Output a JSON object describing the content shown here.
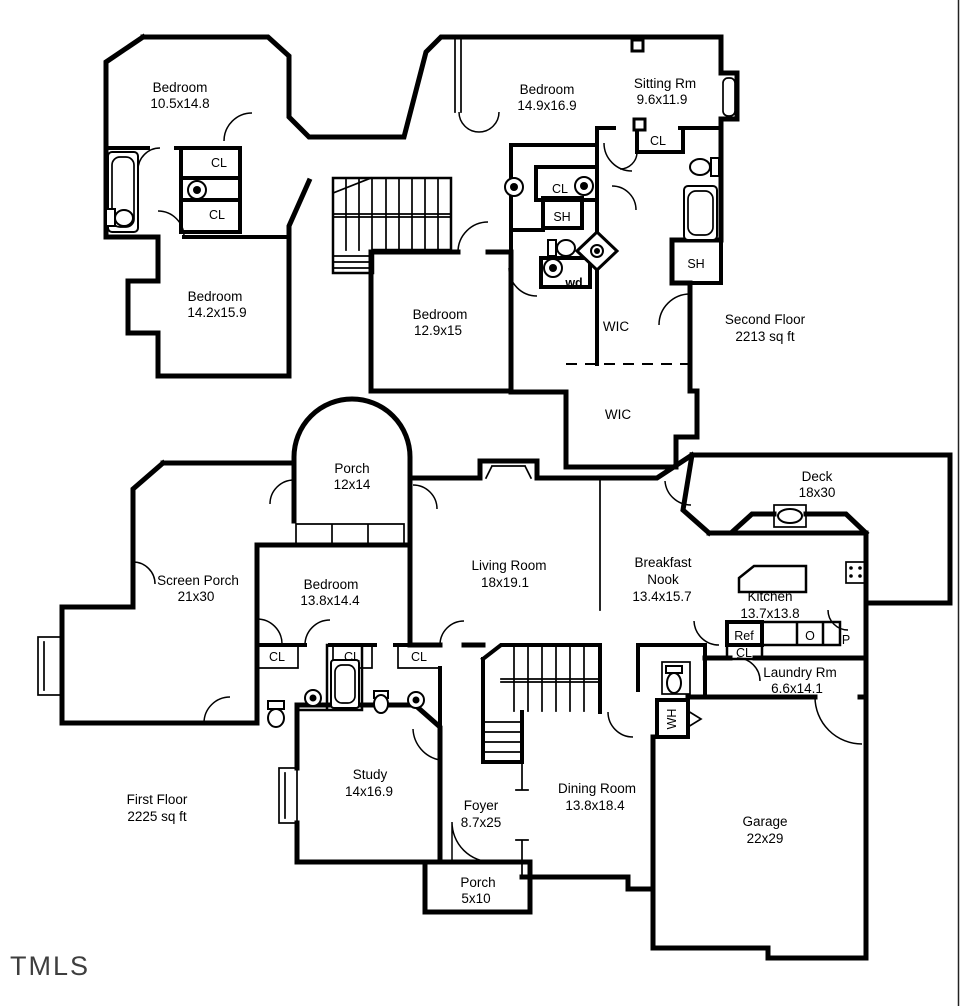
{
  "plan": {
    "watermark": "TMLS",
    "background": "#ffffff",
    "wall_color": "#000000"
  },
  "second_floor": {
    "title": "Second Floor",
    "area": "2213 sq ft",
    "rooms": [
      {
        "name": "Bedroom",
        "dims": "10.5x14.8"
      },
      {
        "name": "Bedroom",
        "dims": "14.9x16.9"
      },
      {
        "name": "Sitting Rm",
        "dims": "9.6x11.9"
      },
      {
        "name": "Bedroom",
        "dims": "14.2x15.9"
      },
      {
        "name": "Bedroom",
        "dims": "12.9x15"
      },
      {
        "name": "WIC"
      },
      {
        "name": "WIC"
      }
    ],
    "labels": {
      "closet": "CL",
      "shower": "SH",
      "washer_dryer": "wd"
    }
  },
  "first_floor": {
    "title": "First Floor",
    "area": "2225 sq ft",
    "rooms": [
      {
        "name": "Porch",
        "dims": "12x14"
      },
      {
        "name": "Screen Porch",
        "dims": "21x30"
      },
      {
        "name": "Bedroom",
        "dims": "13.8x14.4"
      },
      {
        "name": "Living Room",
        "dims": "18x19.1"
      },
      {
        "name": "Breakfast Nook",
        "line1": "Breakfast",
        "line2": "Nook",
        "dims": "13.4x15.7"
      },
      {
        "name": "Kitchen",
        "dims": "13.7x13.8"
      },
      {
        "name": "Deck",
        "dims": "18x30"
      },
      {
        "name": "Laundry Rm",
        "dims": "6.6x14.1"
      },
      {
        "name": "Study",
        "dims": "14x16.9"
      },
      {
        "name": "Foyer",
        "dims": "8.7x25"
      },
      {
        "name": "Dining Room",
        "dims": "13.8x18.4"
      },
      {
        "name": "Garage",
        "dims": "22x29"
      },
      {
        "name": "Porch",
        "dims": "5x10"
      }
    ],
    "labels": {
      "closet": "CL",
      "refrigerator": "Ref",
      "oven": "O",
      "pantry": "P",
      "water_heater": "WH"
    }
  }
}
